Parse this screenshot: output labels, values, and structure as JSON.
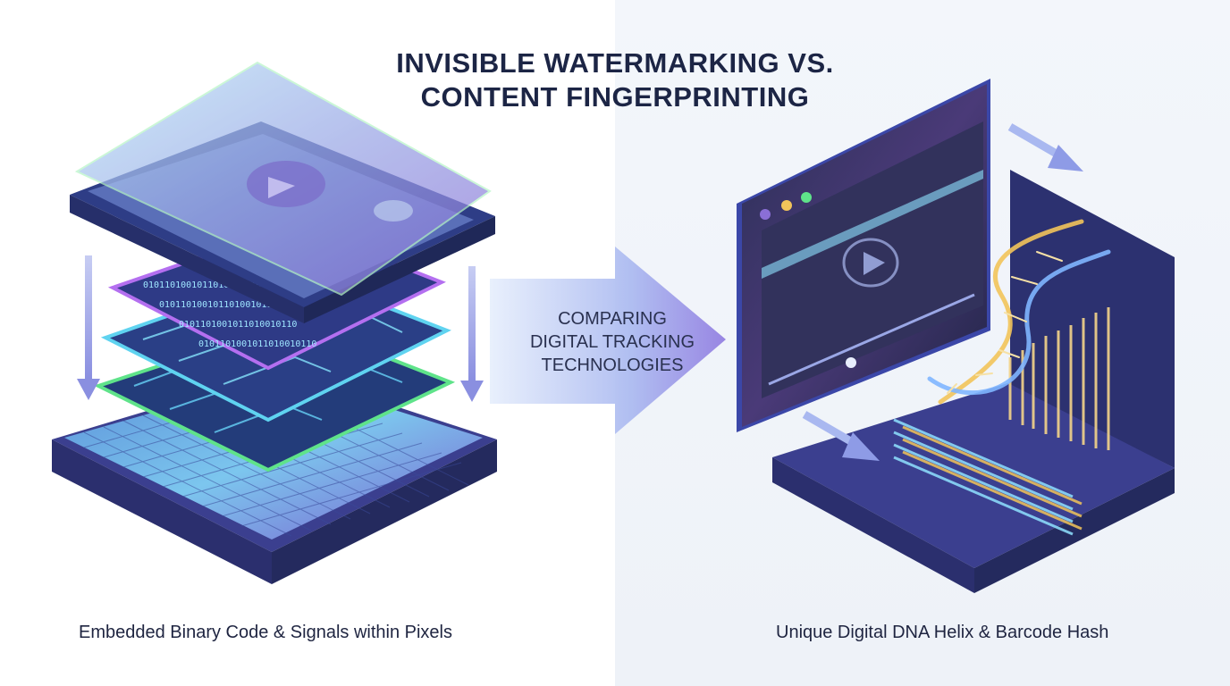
{
  "title": {
    "line1": "INVISIBLE WATERMARKING VS.",
    "line2": "CONTENT FINGERPRINTING"
  },
  "center": {
    "line1": "COMPARING",
    "line2": "DIGITAL TRACKING",
    "line3": "TECHNOLOGIES"
  },
  "left_panel": {
    "caption": "Embedded Binary Code & Signals within Pixels",
    "binary_row": "0101101001011010010110",
    "icon": "play-icon"
  },
  "right_panel": {
    "caption": "Unique Digital DNA Helix & Barcode Hash",
    "icon": "play-icon"
  },
  "colors": {
    "navy": "#1c2545",
    "indigo": "#3b3f8f",
    "violet": "#8a6fd6",
    "cyan": "#5fd3f0",
    "green": "#5fe38a",
    "gold": "#f2c45a"
  }
}
